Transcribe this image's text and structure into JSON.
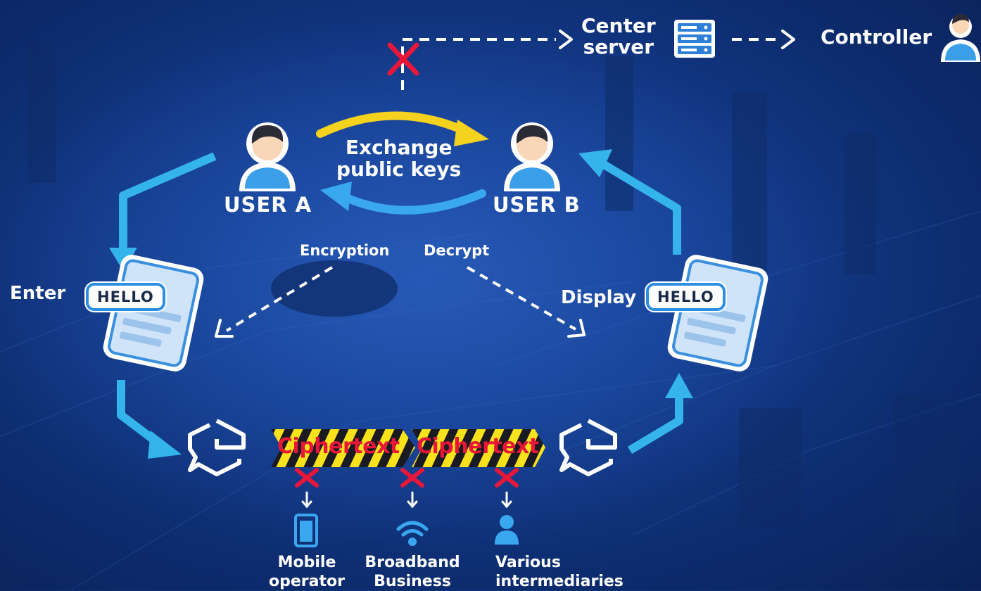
{
  "title": "",
  "labels": {
    "center_server_line1": "Center",
    "center_server_line2": "server",
    "controller": "Controller",
    "exchange_line1": "Exchange",
    "exchange_line2": "public keys",
    "user_a": "USER A",
    "user_b": "USER B",
    "encryption": "Encryption",
    "decrypt": "Decrypt",
    "enter": "Enter",
    "display": "Display",
    "bubble_left": "HELLO",
    "bubble_right": "HELLO",
    "ciphertext_1": "Ciphertext",
    "ciphertext_2": "Ciphertext"
  },
  "interceptors": [
    {
      "line1": "Mobile",
      "line2": "operator",
      "icon": "phone-icon"
    },
    {
      "line1": "Broadband",
      "line2": "Business",
      "icon": "wifi-icon"
    },
    {
      "line1": "Various",
      "line2": "intermediaries",
      "icon": "person-icon"
    }
  ],
  "colors": {
    "background": "#143c8e",
    "flow_arrow": "#35b4ec",
    "exchange_arrow_top": "#f5d21e",
    "exchange_arrow_bottom": "#3aa8f0",
    "block_x": "#e8173a",
    "stripe_yellow": "#f7e21c",
    "cipher_text": "#e8173a"
  }
}
